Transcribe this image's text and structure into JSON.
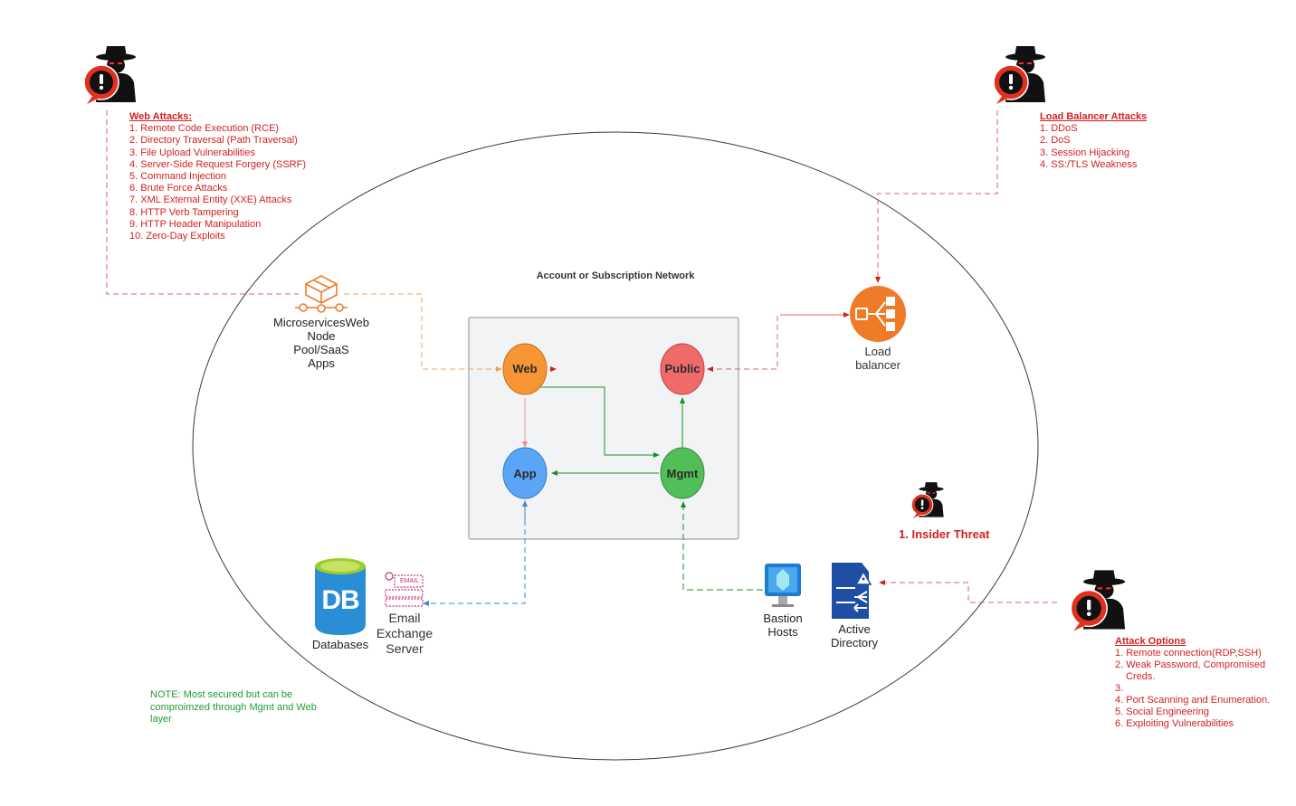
{
  "network_title": "Account or Subscription Network",
  "tiers": {
    "web": "Web",
    "public": "Public",
    "app": "App",
    "mgmt": "Mgmt"
  },
  "colors": {
    "web": "#f79433",
    "public": "#f16a6a",
    "app": "#5aa5f5",
    "mgmt": "#52be58",
    "attack_red": "#d21f1f",
    "note_green": "#1e9e2e",
    "aws_orange": "#ef7b29",
    "azure_blue": "#1f4fa5"
  },
  "web_attacks": {
    "title": "Web Attacks:",
    "items": [
      "1. Remote Code Execution (RCE)",
      "2. Directory Traversal (Path Traversal)",
      "3. File Upload Vulnerabilities",
      "4. Server-Side Request Forgery (SSRF)",
      "5. Command Injection",
      "6. Brute Force Attacks",
      "7. XML External Entity (XXE) Attacks",
      "8. HTTP Verb Tampering",
      "9. HTTP Header Manipulation",
      "10. Zero-Day Exploits"
    ]
  },
  "lb_attacks": {
    "title": "Load Balancer Attacks",
    "items": [
      "1. DDoS",
      "2. DoS",
      "3. Session Hijacking",
      "4. SS:/TLS Weakness"
    ]
  },
  "attack_options": {
    "title": "Attack Options",
    "items": [
      "1. Remote connection(RDP,SSH)",
      "2. Weak Password, Compromised",
      "    Creds.",
      "3.",
      "4. Port Scanning and Enumeration.",
      "5. Social Engineering",
      "6. Exploiting Vulnerabilities"
    ]
  },
  "insider_threat": "1. Insider Threat",
  "microservices": {
    "line1": "MicroservicesWeb",
    "line2": "Node",
    "line3": "Pool/SaaS",
    "line4": "Apps"
  },
  "load_balancer": {
    "line1": "Load",
    "line2": "balancer"
  },
  "databases": {
    "label": "Databases",
    "icon_text": "DB"
  },
  "email": {
    "line1": "Email",
    "line2": "Exchange",
    "line3": "Server",
    "icon_text": "EMAIL"
  },
  "bastion": {
    "line1": "Bastion",
    "line2": "Hosts"
  },
  "active_directory": {
    "line1": "Active",
    "line2": "Directory"
  },
  "note": {
    "line1": "NOTE: Most secured but can be",
    "line2": "comproimzed through Mgmt and Web",
    "line3": "layer"
  },
  "icons": {
    "hacker": "hacker-alert-icon",
    "microservices": "aws-microservices-icon",
    "load_balancer": "aws-elb-icon",
    "databases": "azure-db-icon",
    "email": "email-server-icon",
    "bastion": "azure-bastion-icon",
    "active_directory": "azure-ad-icon"
  }
}
